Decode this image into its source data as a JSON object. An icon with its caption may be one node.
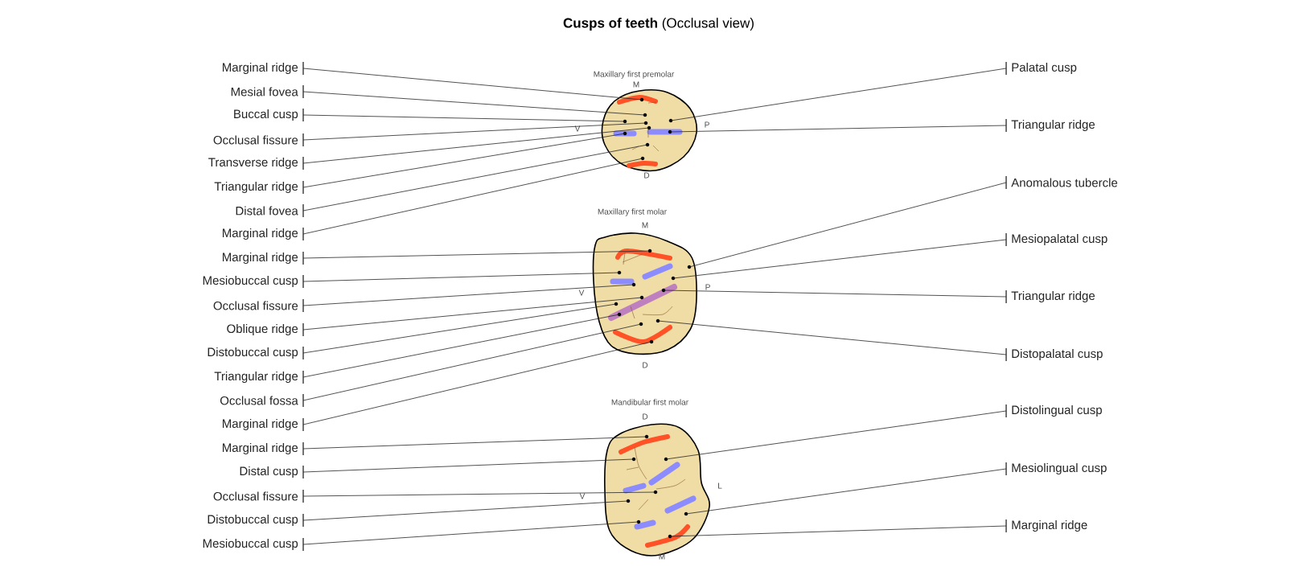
{
  "diagram": {
    "title": "**Cusps of teeth** (Occlusal view)",
    "nodes": [
      {
        "text": [
          "Marginal ridge"
        ]
      },
      {
        "text": [
          "Mesial fovea"
        ]
      },
      {
        "text": [
          "Buccal cusp"
        ]
      },
      {
        "text": [
          "Occlusal fissure"
        ]
      },
      {
        "text": [
          "Transverse ridge"
        ]
      },
      {
        "text": [
          "Triangular ridge"
        ]
      },
      {
        "text": [
          "Distal fovea"
        ]
      },
      {
        "text": [
          "Marginal ridge"
        ]
      },
      {
        "text": [
          "Marginal ridge"
        ]
      },
      {
        "text": [
          "Mesiobuccal cusp"
        ]
      },
      {
        "text": [
          "Occlusal fissure"
        ]
      },
      {
        "text": [
          "Oblique ridge"
        ]
      },
      {
        "text": [
          "Distobuccal cusp"
        ]
      },
      {
        "text": [
          "Triangular ridge"
        ]
      },
      {
        "text": [
          "Occlusal fossa"
        ]
      },
      {
        "text": [
          "Marginal ridge"
        ]
      },
      {
        "text": [
          "Marginal ridge"
        ]
      },
      {
        "text": [
          "Distal cusp"
        ]
      },
      {
        "text": [
          "Occlusal fissure"
        ]
      },
      {
        "text": [
          "Distobuccal cusp"
        ]
      },
      {
        "text": [
          "Mesiobuccal cusp"
        ]
      },
      {
        "text": [
          "Palatal cusp"
        ]
      },
      {
        "text": [
          "Triangular ridge"
        ]
      },
      {
        "text": [
          "Anomalous tubercle"
        ]
      },
      {
        "text": [
          "Mesiopalatal cusp"
        ]
      },
      {
        "text": [
          "Triangular ridge"
        ]
      },
      {
        "text": [
          "Distopalatal cusp"
        ]
      },
      {
        "text": [
          "Distolingual cusp"
        ]
      },
      {
        "text": [
          "Mesiolingual cusp"
        ]
      },
      {
        "text": [
          "Marginal ridge"
        ]
      },
      {
        "text": [],
        "shape": "circle"
      },
      {
        "text": [],
        "shape": "circle"
      },
      {
        "text": [],
        "shape": "circle"
      },
      {
        "text": [],
        "shape": "circle"
      },
      {
        "text": [],
        "shape": "circle"
      },
      {
        "text": [],
        "shape": "circle"
      },
      {
        "text": [],
        "shape": "circle"
      },
      {
        "text": [],
        "shape": "circle"
      },
      {
        "text": [],
        "shape": "circle"
      },
      {
        "text": [],
        "shape": "circle"
      },
      {
        "text": [],
        "shape": "circle"
      },
      {
        "text": [],
        "shape": "circle"
      },
      {
        "text": [],
        "shape": "circle"
      },
      {
        "text": [],
        "shape": "circle"
      },
      {
        "text": [],
        "shape": "circle"
      },
      {
        "text": [],
        "shape": "circle"
      },
      {
        "text": [],
        "shape": "circle"
      },
      {
        "text": [],
        "shape": "circle"
      },
      {
        "text": [],
        "shape": "circle"
      },
      {
        "text": [],
        "shape": "circle"
      },
      {
        "text": [],
        "shape": "circle"
      },
      {
        "text": [],
        "shape": "circle"
      },
      {
        "text": [],
        "shape": "circle"
      },
      {
        "text": [],
        "shape": "circle"
      },
      {
        "text": [],
        "shape": "circle"
      },
      {
        "text": [],
        "shape": "circle"
      },
      {
        "text": [],
        "shape": "circle"
      },
      {
        "text": [],
        "shape": "circle"
      },
      {
        "text": [],
        "shape": "circle"
      },
      {
        "text": [],
        "shape": "circle"
      }
    ],
    "edges": [
      {
        "from": 0,
        "to": 30,
        "arrow": "none"
      },
      {
        "from": 1,
        "to": 31,
        "arrow": "none"
      },
      {
        "from": 2,
        "to": 32,
        "arrow": "none"
      },
      {
        "from": 3,
        "to": 33,
        "arrow": "none"
      },
      {
        "from": 4,
        "to": 34,
        "arrow": "none"
      },
      {
        "from": 5,
        "to": 35,
        "arrow": "none"
      },
      {
        "from": 6,
        "to": 36,
        "arrow": "none"
      },
      {
        "from": 7,
        "to": 37,
        "arrow": "none"
      },
      {
        "from": 8,
        "to": 38,
        "arrow": "none"
      },
      {
        "from": 9,
        "to": 39,
        "arrow": "none"
      },
      {
        "from": 10,
        "to": 40,
        "arrow": "none"
      },
      {
        "from": 11,
        "to": 41,
        "arrow": "none"
      },
      {
        "from": 12,
        "to": 42,
        "arrow": "none"
      },
      {
        "from": 13,
        "to": 43,
        "arrow": "none"
      },
      {
        "from": 14,
        "to": 44,
        "arrow": "none"
      },
      {
        "from": 15,
        "to": 45,
        "arrow": "none"
      },
      {
        "from": 16,
        "to": 46,
        "arrow": "none"
      },
      {
        "from": 17,
        "to": 47,
        "arrow": "none"
      },
      {
        "from": 18,
        "to": 48,
        "arrow": "none"
      },
      {
        "from": 19,
        "to": 49,
        "arrow": "none"
      },
      {
        "from": 20,
        "to": 50,
        "arrow": "none"
      },
      {
        "from": 21,
        "to": 51,
        "arrow": "none"
      },
      {
        "from": 22,
        "to": 52,
        "arrow": "none"
      },
      {
        "from": 23,
        "to": 53,
        "arrow": "none"
      },
      {
        "from": 24,
        "to": 54,
        "arrow": "none"
      },
      {
        "from": 25,
        "to": 55,
        "arrow": "none"
      },
      {
        "from": 26,
        "to": 56,
        "arrow": "none"
      },
      {
        "from": 27,
        "to": 57,
        "arrow": "none"
      },
      {
        "from": 28,
        "to": 58,
        "arrow": "none"
      },
      {
        "from": 29,
        "to": 59,
        "arrow": "none"
      }
    ],
    "labels": [
      "Maxillary first premolar",
      "M",
      "V",
      "P",
      "D",
      "Maxillary first molar",
      "M",
      "V",
      "P",
      "D",
      "Mandibular first molar",
      "D",
      "V",
      "L",
      "M"
    ]
  }
}
